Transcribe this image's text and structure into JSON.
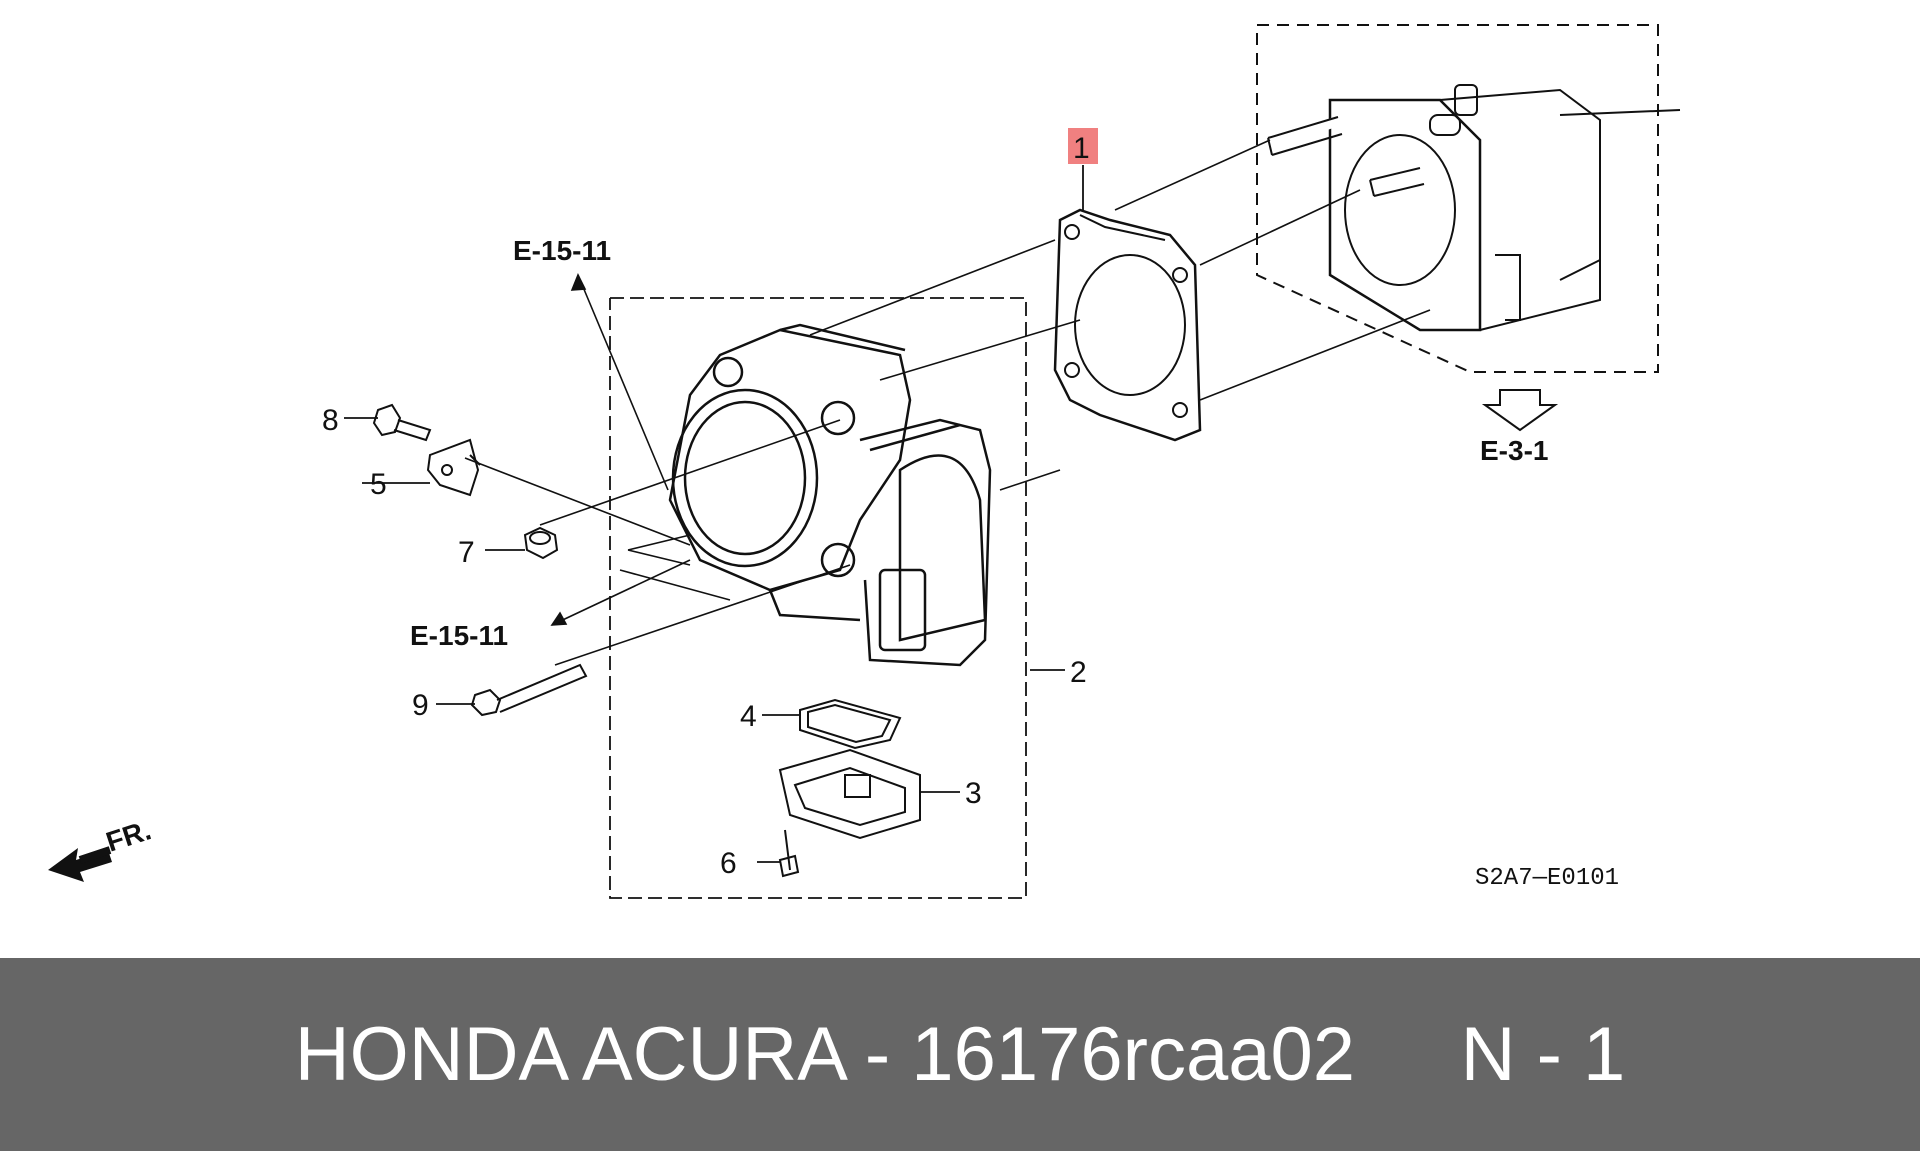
{
  "diagram": {
    "callouts": {
      "p1": "1",
      "p2": "2",
      "p3": "3",
      "p4": "4",
      "p5": "5",
      "p6": "6",
      "p7": "7",
      "p8": "8",
      "p9": "9"
    },
    "refs": {
      "e15_top": "E-15-11",
      "e15_left": "E-15-11",
      "e3": "E-3-1",
      "fr": "FR."
    },
    "code": "S2A7—E0101",
    "highlight_color": "#f08080"
  },
  "footer": {
    "brand": "HONDA ACURA",
    "separator": " - ",
    "part_number": "16176rcaa02",
    "suffix": "N - 1",
    "background": "#666666",
    "text_color": "#ffffff"
  }
}
